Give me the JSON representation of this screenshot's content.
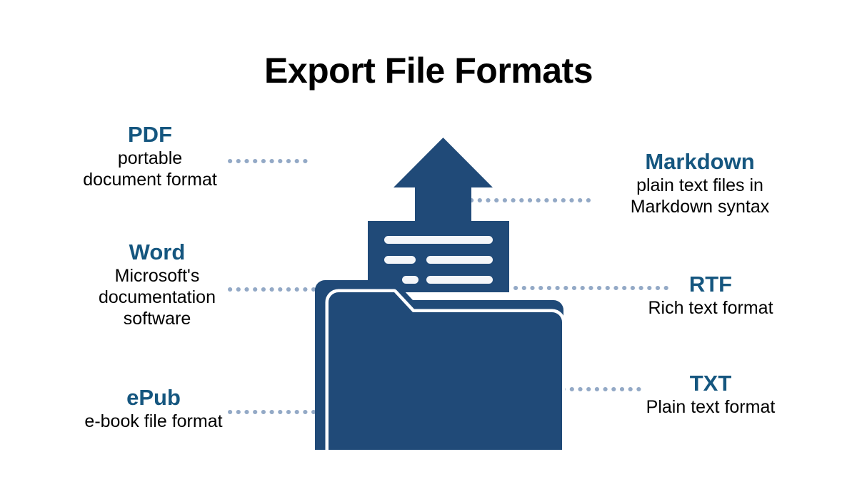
{
  "page": {
    "title": "Export File Formats",
    "background_color": "#ffffff"
  },
  "theme": {
    "heading_blue": "#15567f",
    "illustration_blue": "#204a78",
    "connector_dot_color": "#93a9c6",
    "body_text_color": "#000000"
  },
  "formats": {
    "pdf": {
      "name": "PDF",
      "desc_line1": "portable",
      "desc_line2": "document format"
    },
    "word": {
      "name": "Word",
      "desc_line1": "Microsoft's",
      "desc_line2": "documentation",
      "desc_line3": "software"
    },
    "epub": {
      "name": "ePub",
      "desc_line1": "e-book file format"
    },
    "markdown": {
      "name": "Markdown",
      "desc_line1": "plain text files in",
      "desc_line2": "Markdown syntax"
    },
    "rtf": {
      "name": "RTF",
      "desc_line1": "Rich text format"
    },
    "txt": {
      "name": "TXT",
      "desc_line1": "Plain text format"
    }
  },
  "illustration": {
    "arrow_icon": "upload-arrow-icon",
    "document_icon": "document-lines-icon",
    "folder_icon": "folder-icon"
  }
}
